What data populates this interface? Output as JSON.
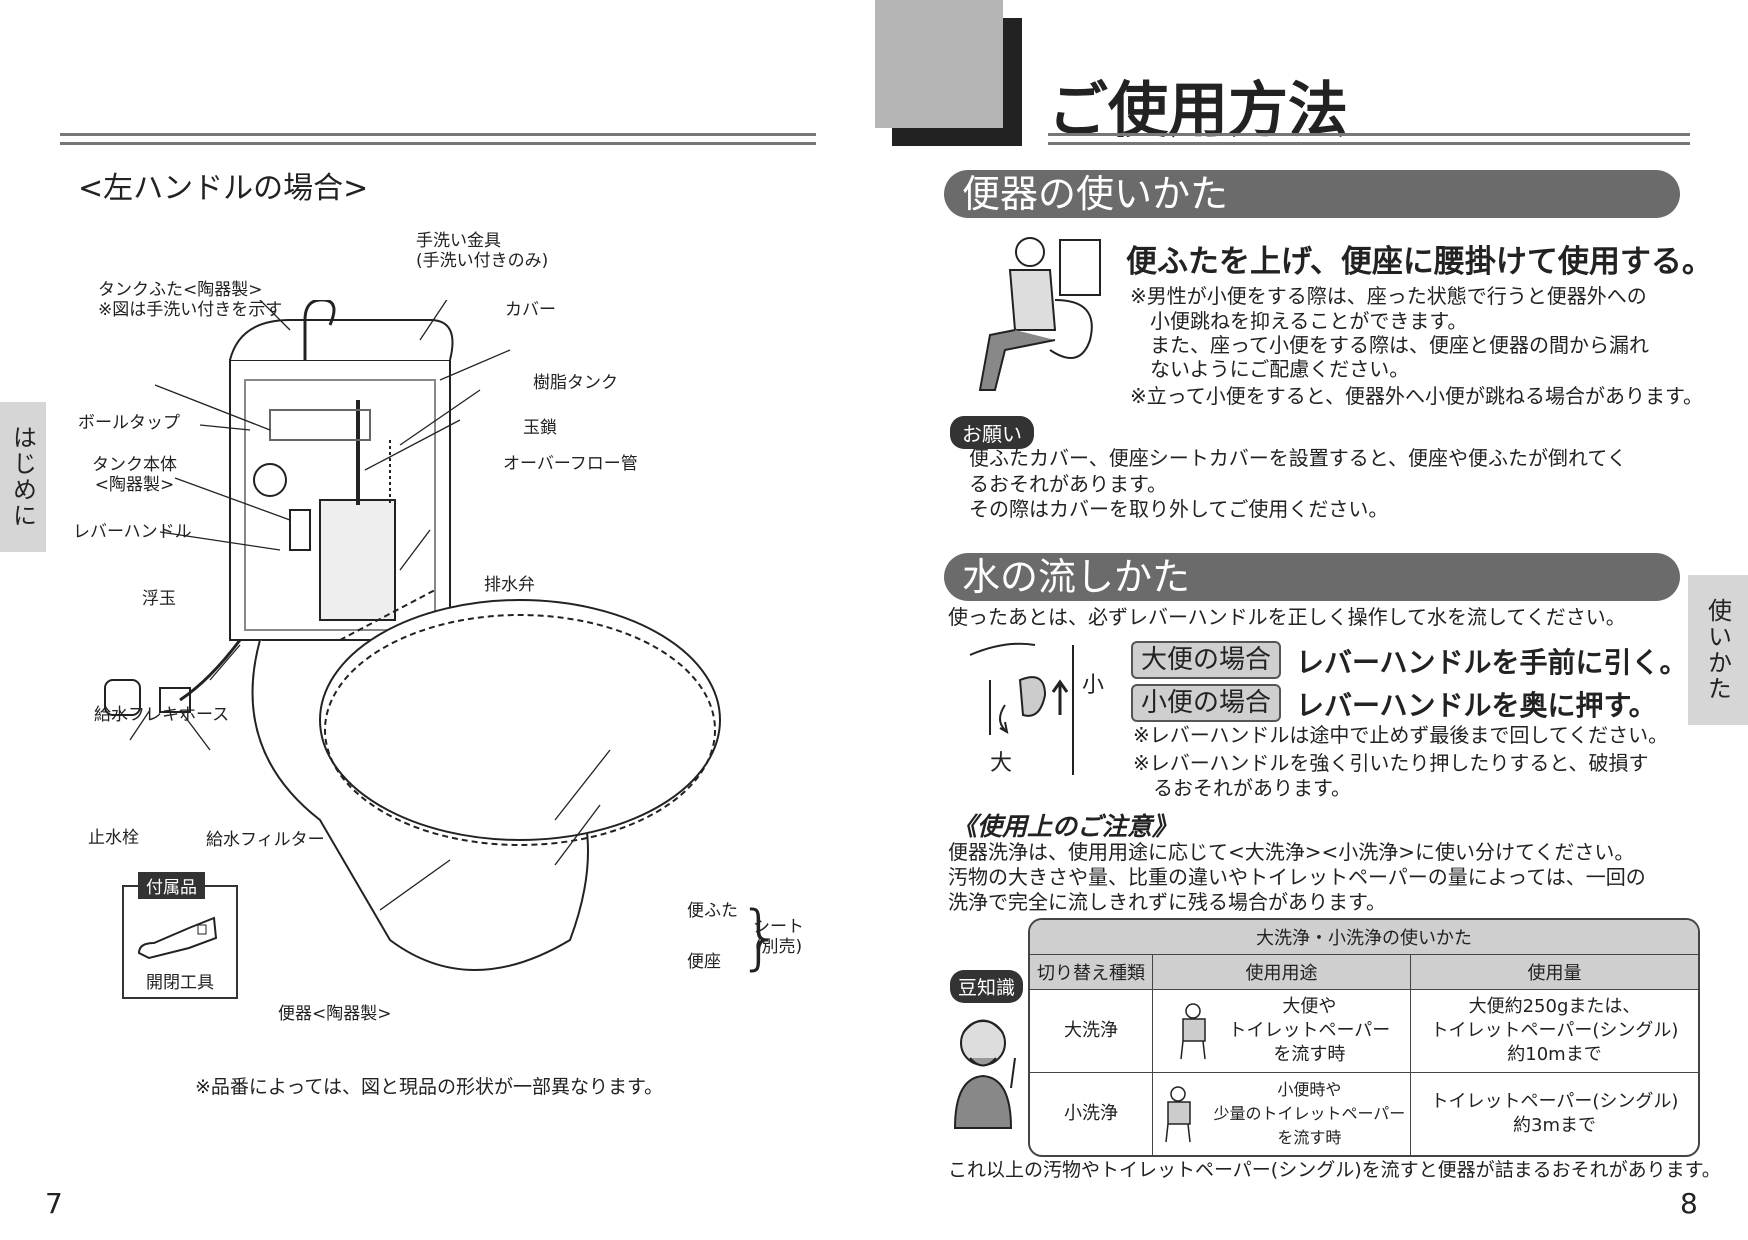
{
  "left": {
    "section_title": "<左ハンドルの場合>",
    "side_tab": "はじめに",
    "labels": {
      "hand_wash": "手洗い金具\n(手洗い付きのみ)",
      "tank_lid": "タンクふた<陶器製>\n※図は手洗い付きを示す",
      "cover": "カバー",
      "resin_tank": "樹脂タンク",
      "ball_tap": "ボールタップ",
      "chain": "玉鎖",
      "tank_body": "タンク本体\n<陶器製>",
      "overflow": "オーバーフロー管",
      "lever": "レバーハンドル",
      "float": "浮玉",
      "drain_valve": "排水弁",
      "hose": "給水フレキホース",
      "stop_valve": "止水栓",
      "filter": "給水フィルター",
      "lid": "便ふた",
      "seat_label": "シート\n(別売)",
      "seat": "便座",
      "bowl": "便器<陶器製>"
    },
    "accessory_title": "付属品",
    "accessory_label": "開閉工具",
    "footnote": "※品番によっては、図と現品の形状が一部異なります。",
    "page_number": "7"
  },
  "right": {
    "title": "ご使用方法",
    "side_tab": "使いかた",
    "section1": {
      "heading": "便器の使いかた",
      "lead": "便ふたを上げ、便座に腰掛けて使用する。",
      "notes": [
        "※男性が小便をする際は、座った状態で行うと便器外への",
        "　小便跳ねを抑えることができます。",
        "　また、座って小便をする際は、便座と便器の間から漏れ",
        "　ないようにご配慮ください。",
        "※立って小便をすると、便器外へ小便が跳ねる場合があります。"
      ],
      "request_badge": "お願い",
      "request_lines": [
        "便ふたカバー、便座シートカバーを設置すると、便座や便ふたが倒れてく",
        "るおそれがあります。",
        "その際はカバーを取り外してご使用ください。"
      ]
    },
    "section2": {
      "heading": "水の流しかた",
      "intro": "使ったあとは、必ずレバーハンドルを正しく操作して水を流してください。",
      "lever_small": "小",
      "lever_large": "大",
      "mode1": "大便の場合",
      "mode1_text": "レバーハンドルを手前に引く。",
      "mode2": "小便の場合",
      "mode2_text": "レバーハンドルを奥に押す。",
      "notes": [
        "※レバーハンドルは途中で止めず最後まで回してください。",
        "※レバーハンドルを強く引いたり押したりすると、破損す",
        "　るおそれがあります。"
      ]
    },
    "caution": {
      "heading": "《使用上のご注意》",
      "lines": [
        "便器洗浄は、使用用途に応じて<大洗浄><小洗浄>に使い分けてください。",
        "汚物の大きさや量、比重の違いやトイレットペーパーの量によっては、一回の",
        "洗浄で完全に流しきれずに残る場合があります。"
      ]
    },
    "trivia_badge": "豆知識",
    "table": {
      "title": "大洗浄・小洗浄の使いかた",
      "headers": [
        "切り替え種類",
        "使用用途",
        "使用量"
      ],
      "rows": [
        {
          "type": "大洗浄",
          "use": "大便や\nトイレットペーパー\nを流す時",
          "amount": "大便約250gまたは、\nトイレットペーパー(シングル)\n約10mまで"
        },
        {
          "type": "小洗浄",
          "use": "小便時や\n少量のトイレットペーパー\nを流す時",
          "amount": "トイレットペーパー(シングル)\n約3mまで"
        }
      ]
    },
    "footer_note": "これ以上の汚物やトイレットペーパー(シングル)を流すと便器が詰まるおそれがあります。",
    "page_number": "8"
  }
}
